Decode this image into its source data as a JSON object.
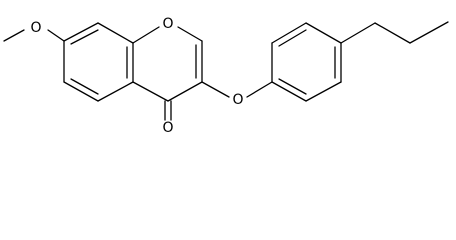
{
  "molecule": {
    "atom_labels": {
      "methoxy_oxygen": "O",
      "ring_oxygen": "O",
      "ether_oxygen": "O",
      "carbonyl_oxygen": "O"
    }
  }
}
